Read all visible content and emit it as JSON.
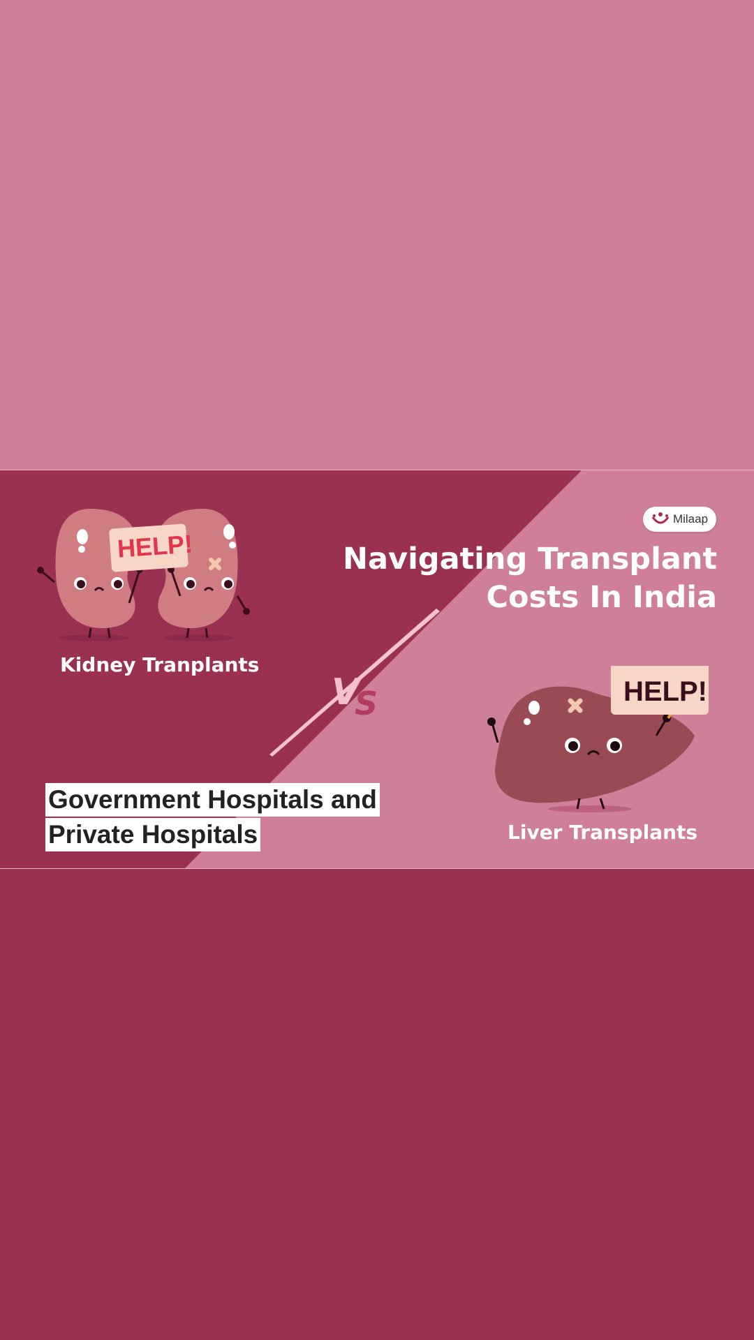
{
  "brand": {
    "name": "Milaap",
    "logo_icon": "milaap-logo-icon"
  },
  "title": {
    "line1": "Navigating Transplant",
    "line2": "Costs In India"
  },
  "left": {
    "organ_label": "Kidney Tranplants",
    "sign_text": "HELP!"
  },
  "right": {
    "organ_label": "Liver Transplants",
    "sign_text": "HELP!"
  },
  "versus": "VS",
  "caption": {
    "line1": "Government Hospitals and",
    "line2": "Private Hospitals"
  },
  "colors": {
    "top_background": "#d07f98",
    "bottom_background": "#9a3151",
    "left_panel": "#9a3151",
    "right_panel": "#d07f98",
    "kidney": "#cf7d80",
    "liver": "#9a4a53",
    "sign": "#f6d7c5"
  }
}
